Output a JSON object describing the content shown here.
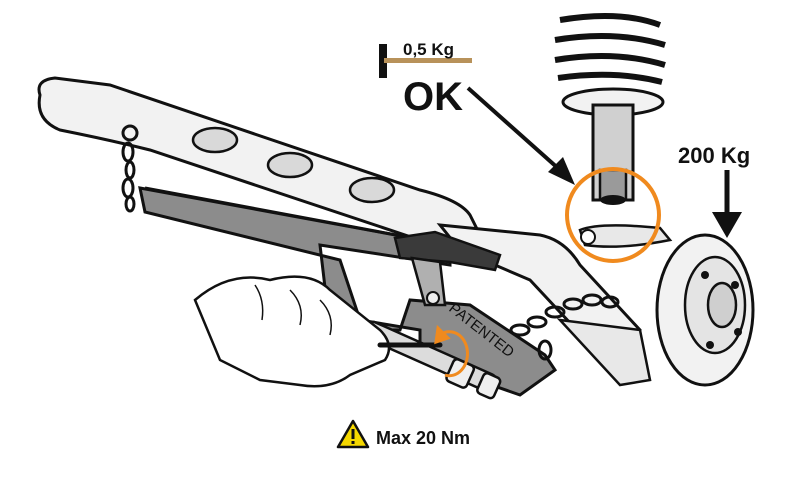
{
  "labels": {
    "hammer_weight": "0,5 Kg",
    "ok": "OK",
    "load": "200 Kg",
    "patented": "PATENTED",
    "torque": "Max 20 Nm"
  },
  "colors": {
    "orange": "#f08a1e",
    "tool_gray": "#8c8c8c",
    "dark_gray": "#5a5a5a",
    "warning_yellow": "#f5d800",
    "hammer_handle": "#b8925a"
  },
  "icons": [
    "hammer-icon",
    "warning-icon",
    "rotation-arrow-icon"
  ]
}
